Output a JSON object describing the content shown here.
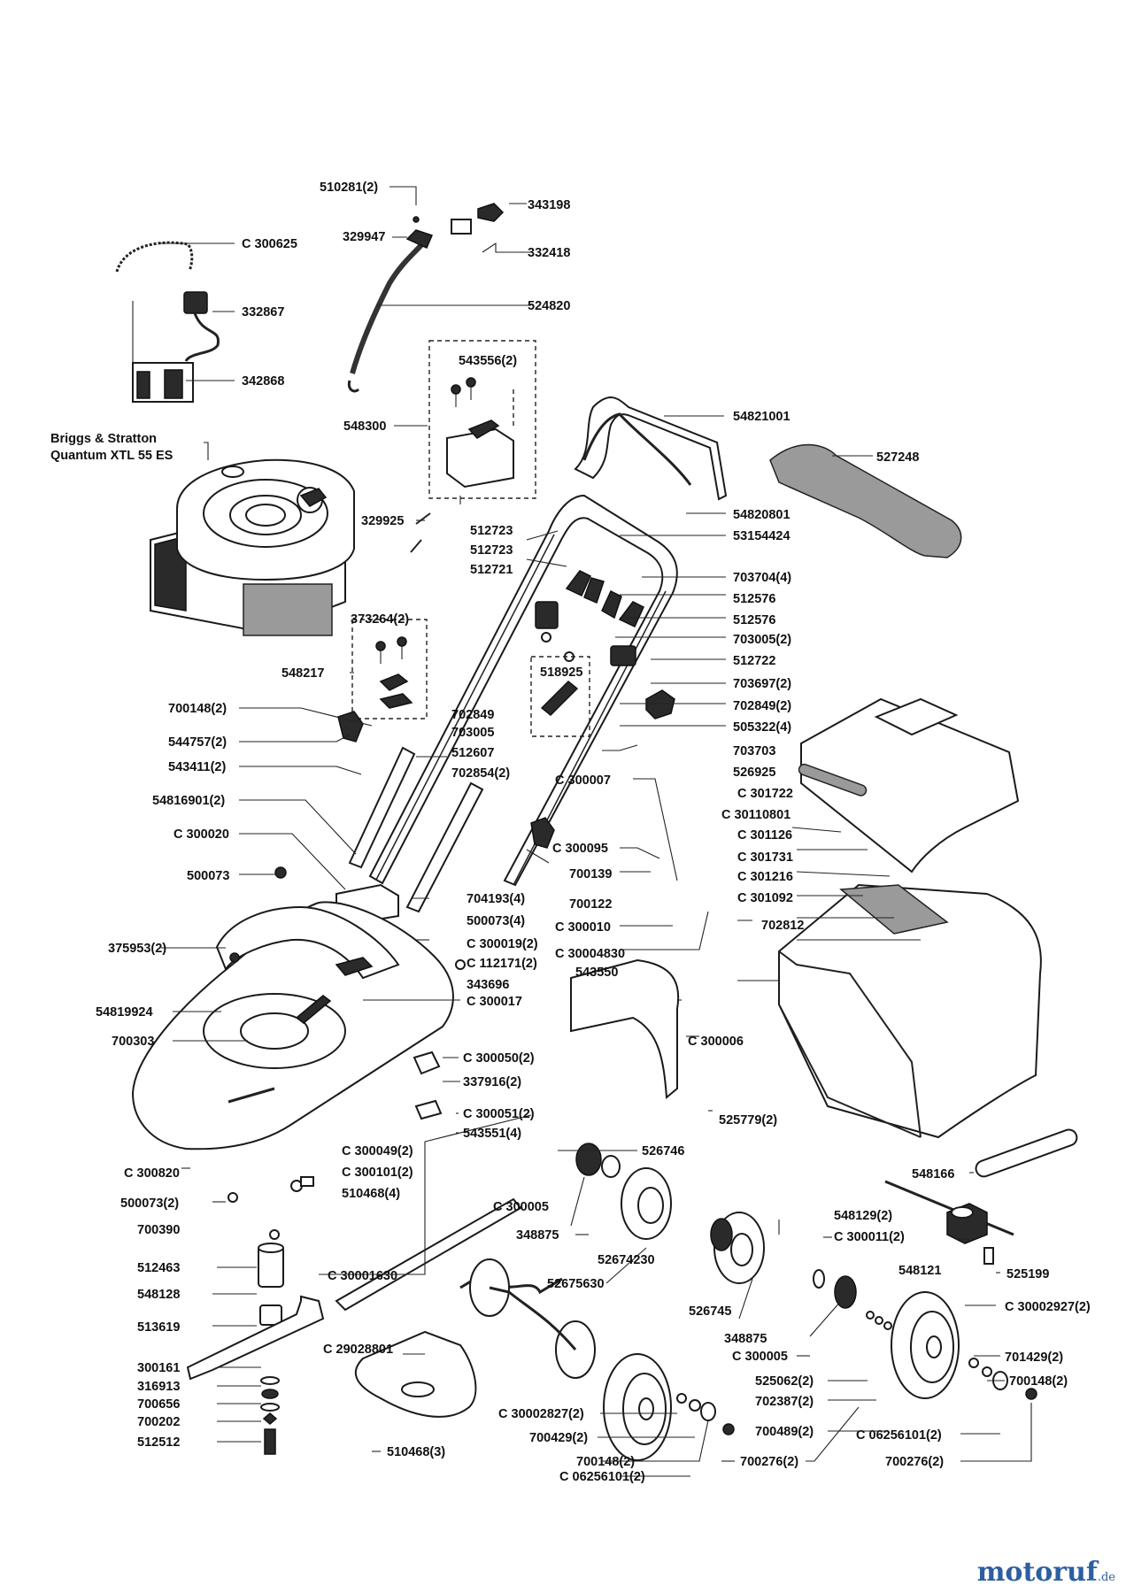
{
  "engine": {
    "line1": "Briggs & Stratton",
    "line2": "Quantum XTL 55 ES"
  },
  "watermark": {
    "text": "motoruf",
    "suffix": ".de"
  },
  "labels": {
    "p510281": "510281(2)",
    "p343198": "343198",
    "p329947": "329947",
    "p332418": "332418",
    "p524820": "524820",
    "pC300625": "C 300625",
    "p332867": "332867",
    "p342868": "342868",
    "p543556": "543556(2)",
    "p548300": "548300",
    "p54821001": "54821001",
    "p527248": "527248",
    "p54820801": "54820801",
    "p53154424": "53154424",
    "p329925": "329925",
    "p512723a": "512723",
    "p512723b": "512723",
    "p512721": "512721",
    "p703704": "703704(4)",
    "p512576a": "512576",
    "p512576b": "512576",
    "p703005b": "703005(2)",
    "p512722": "512722",
    "p703697": "703697(2)",
    "p702849b": "702849(2)",
    "p505322": "505322(4)",
    "p703703": "703703",
    "p526925": "526925",
    "p373264": "373264(2)",
    "p548217": "548217",
    "p518925": "518925",
    "p702849": "702849",
    "p703005": "703005",
    "p512607": "512607",
    "p700148a": "700148(2)",
    "p544757": "544757(2)",
    "p543411": "543411(2)",
    "p702854": "702854(2)",
    "p54816901": "54816901(2)",
    "pC300020": "C 300020",
    "p500073a": "500073",
    "pC300007": "C 300007",
    "pC301722": "C 301722",
    "pC30110801": "C 30110801",
    "pC301126": "C 301126",
    "pC301731": "C 301731",
    "pC300095": "C 300095",
    "p700139": "700139",
    "p700122": "700122",
    "pC301216": "C 301216",
    "pC301092": "C 301092",
    "p704193": "704193(4)",
    "p500073b": "500073(4)",
    "pC300019": "C 300019(2)",
    "pC112171": "C 112171(2)",
    "pC300010": "C 300010",
    "p702812": "702812",
    "p375953": "375953(2)",
    "pC30004830": "C 30004830",
    "p343696": "343696",
    "p543550": "543550",
    "p54819924": "54819924",
    "pC300017": "C 300017",
    "p700303": "700303",
    "pC300006": "C 300006",
    "pC300050": "C 300050(2)",
    "p337916": "337916(2)",
    "pC300051": "C 300051(2)",
    "p543551": "543551(4)",
    "p525779": "525779(2)",
    "pC300049": "C 300049(2)",
    "pC300101": "C 300101(2)",
    "p526746": "526746",
    "pC300820": "C 300820",
    "p510468a": "510468(4)",
    "p548166": "548166",
    "p500073c": "500073(2)",
    "pC300005a": "C 300005",
    "p548129": "548129(2)",
    "p700390": "700390",
    "p348875a": "348875",
    "pC300011": "C 300011(2)",
    "p52674230": "52674230",
    "p548121": "548121",
    "p525199": "525199",
    "p512463": "512463",
    "pC30001630": "C 30001630",
    "p52675630": "52675630",
    "p548128": "548128",
    "p526745": "526745",
    "pC30002927": "C 30002927(2)",
    "p348875b": "348875",
    "p513619": "513619",
    "pC300005b": "C 300005",
    "pC29028801": "C 29028801",
    "p701429": "701429(2)",
    "p525062": "525062(2)",
    "p700148b": "700148(2)",
    "p300161": "300161",
    "p316913": "316913",
    "p702387": "702387(2)",
    "p700656": "700656",
    "pC30002827": "C 30002827(2)",
    "p700489": "700489(2)",
    "pC06256101a": "C 06256101(2)",
    "p700202": "700202",
    "p700429": "700429(2)",
    "p700276a": "700276(2)",
    "p512512": "512512",
    "p510468b": "510468(3)",
    "p700148c": "700148(2)",
    "pC06256101b": "C 06256101(2)",
    "p700276b": "700276(2)"
  }
}
